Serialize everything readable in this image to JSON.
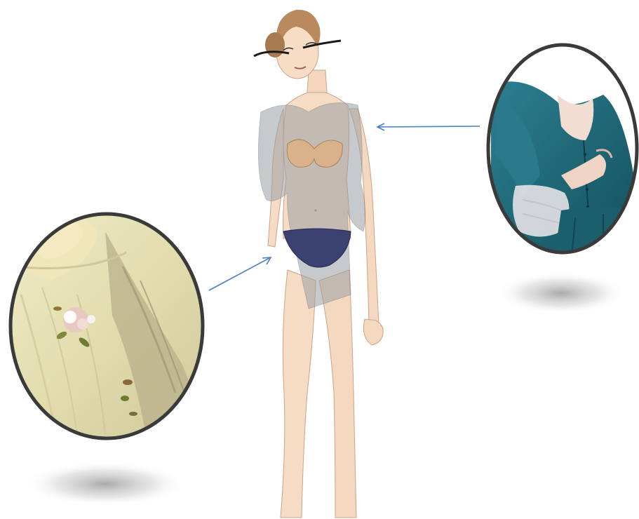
{
  "colors": {
    "background": "#ffffff",
    "arrow": "#4a7fc0",
    "circle_frame": "#3a3a3a",
    "skin": "#f3d6bc",
    "hair": "#b98a5e",
    "bra": "#d9b28c",
    "shrug": "#9aa0a6",
    "briefs": "#3b4170",
    "teal_bodice": "#1f6b7a",
    "cream_fabric": "#e9e4b8"
  },
  "icons": {
    "left_detail": "fabric-rosette-detail-image",
    "right_detail": "teal-bodice-detail-image",
    "figure": "fashion-croquis-figure",
    "arrows": "arrow-icon"
  }
}
